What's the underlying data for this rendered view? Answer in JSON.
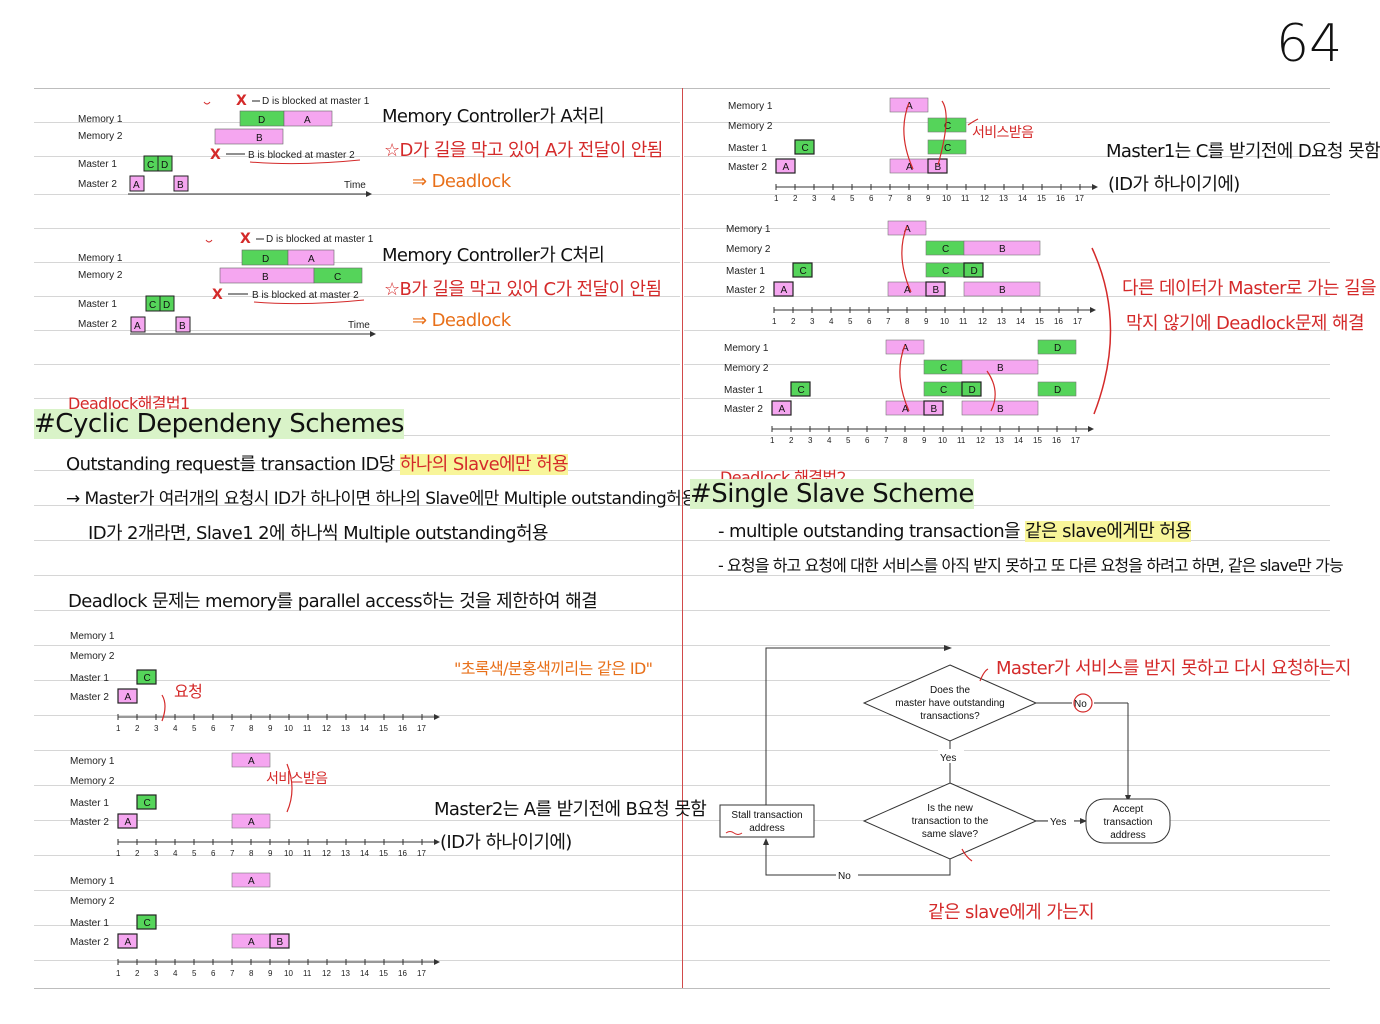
{
  "page_number": "64",
  "colors": {
    "green": "#55d45a",
    "pink": "#f5a6f0",
    "red": "#d42a2a",
    "orange": "#e8701a",
    "highlight": "#f8f59a"
  },
  "top_left": {
    "diagram1": {
      "labels": {
        "memory1": "Memory 1",
        "memory2": "Memory 2",
        "master1": "Master 1",
        "master2": "Master 2",
        "time": "Time"
      },
      "d_blocked": "D is blocked at master 1",
      "b_blocked": "B is blocked at master 2",
      "boxes": {
        "d": "D",
        "a": "A",
        "b": "B",
        "c": "C"
      },
      "note_title": "Memory Controller가 A처리",
      "note_line": "☆D가 길을 막고 있어 A가 전달이 안됨",
      "note_result": "⇒ Deadlock"
    },
    "diagram2": {
      "labels": {
        "memory1": "Memory 1",
        "memory2": "Memory 2",
        "master1": "Master 1",
        "master2": "Master 2",
        "time": "Time"
      },
      "d_blocked": "D is blocked at master 1",
      "b_blocked": "B is blocked at master 2",
      "boxes": {
        "d": "D",
        "a": "A",
        "b": "B",
        "c": "C"
      },
      "note_title": "Memory Controller가 C처리",
      "note_line": "☆B가 길을 막고 있어 C가 전달이 안됨",
      "note_result": "⇒ Deadlock"
    }
  },
  "left_section": {
    "solution_label": "Deadlock해결법1",
    "heading": "#Cyclic Dependeny Schemes",
    "line1_prefix": "Outstanding request를 transaction ID당 ",
    "line1_highlight": "하나의 Slave에만 허용",
    "line2": "→ Master가 여러개의 요청시 ID가 하나이면 하나의 Slave에만 Multiple outstanding허용",
    "line3": "ID가 2개라면, Slave1 2에 하나씩 Multiple outstanding허용",
    "line4": "Deadlock 문제는 memory를 parallel access하는 것을 제한하여 해결",
    "color_note": "\"초록색/분홍색끼리는 같은 ID\"",
    "request_note": "요청",
    "service_note": "서비스받음",
    "master2_note": "Master2는 A를 받기전에 B요청 못함",
    "id_note": "(ID가 하나이기에)"
  },
  "timeline_labels": {
    "memory1": "Memory 1",
    "memory2": "Memory 2",
    "master1": "Master 1",
    "master2": "Master 2"
  },
  "ticks": [
    "1",
    "2",
    "3",
    "4",
    "5",
    "6",
    "7",
    "8",
    "9",
    "10",
    "11",
    "12",
    "13",
    "14",
    "15",
    "16",
    "17"
  ],
  "box_letters": {
    "a": "A",
    "b": "B",
    "c": "C",
    "d": "D"
  },
  "right_section": {
    "service_note": "서비스받음",
    "master1_note": "Master1는 C를 받기전에 D요청 못함",
    "id_note": "(ID가 하나이기에)",
    "resolve_line1": "다른 데이터가 Master로 가는 길을",
    "resolve_line2": "막지 않기에 Deadlock문제 해결",
    "solution_label": "Deadlock 해결법2",
    "heading": "#Single Slave Scheme",
    "bullet1_prefix": "- multiple outstanding transaction을 ",
    "bullet1_highlight": "같은 slave에게만 허용",
    "bullet2": "- 요청을 하고 요청에 대한 서비스를 아직 받지 못하고 또 다른 요청을 하려고 하면, 같은 slave만 가능"
  },
  "flowchart": {
    "q1": [
      "Does the",
      "master have outstanding",
      "transactions?"
    ],
    "q2": [
      "Is the new",
      "transaction to the",
      "same slave?"
    ],
    "stall": [
      "Stall transaction",
      "address"
    ],
    "accept": [
      "Accept",
      "transaction",
      "address"
    ],
    "yes": "Yes",
    "no": "No",
    "q1_note": "Master가 서비스를 받지 못하고 다시 요청하는지",
    "q2_note": "같은 slave에게 가는지"
  }
}
